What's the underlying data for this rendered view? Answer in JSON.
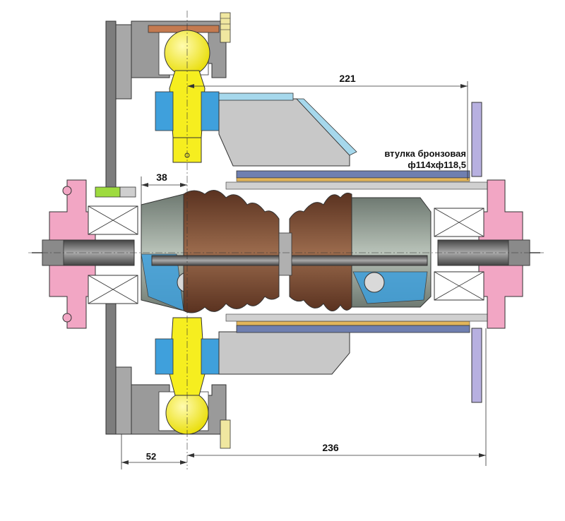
{
  "dimensions": {
    "d221": "221",
    "d38": "38",
    "d52": "52",
    "d236": "236"
  },
  "note": {
    "line1": "втулка бронзовая",
    "line2": "ф114хф118,5"
  },
  "colors": {
    "housing_gray": "#9a9a9a",
    "light_gray": "#c8c8c8",
    "ball_joint_yellow": "#f6ee1f",
    "seal_blue": "#3fa0dc",
    "flange_pink": "#f2a6c4",
    "boot_brown": "#7a4a2e",
    "bushing_purple": "#8a8ac8",
    "shaft_dark": "#555555"
  }
}
